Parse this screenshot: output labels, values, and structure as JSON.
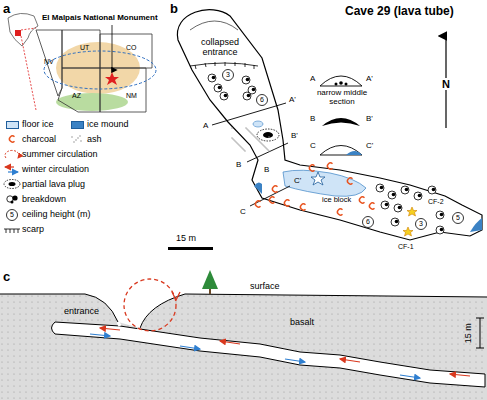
{
  "diagram": {
    "title": "Cave 29 (lava tube)",
    "labels": [
      "a",
      "El Malpais National Monument",
      "UT",
      "CO",
      "NV",
      "AZ",
      "NM",
      "b",
      "collapsed entrance",
      "3",
      "6",
      "A",
      "A'",
      "B'",
      "B",
      "B",
      "C'",
      "C",
      "ice block",
      "CF-2",
      "CF-1",
      "6",
      "3",
      "5",
      "A",
      "A'",
      "narrow middle section",
      "B",
      "B'",
      "C",
      "C'",
      "N",
      "15 m",
      "c",
      "entrance",
      "surface",
      "basalt",
      "15 m",
      "5"
    ],
    "legend": [
      {
        "text": "floor ice",
        "color": "#cfe4f7"
      },
      {
        "text": "ice mound",
        "color": "#3b82c4"
      },
      {
        "text": "charcoal"
      },
      {
        "text": "ash"
      },
      {
        "text": "summer circulation"
      },
      {
        "text": "winter circulation"
      },
      {
        "text": "partial lava plug"
      },
      {
        "text": "breakdown"
      },
      {
        "text": "ceiling height (m)"
      },
      {
        "text": "scarp"
      }
    ]
  }
}
